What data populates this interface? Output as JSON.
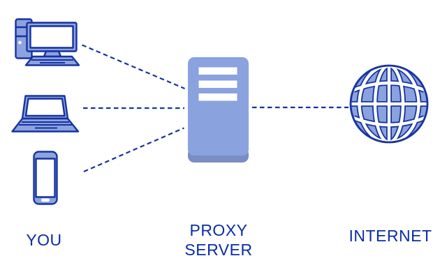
{
  "diagram": {
    "nodes": {
      "you": {
        "label": "YOU",
        "devices": [
          "desktop-computer",
          "laptop",
          "smartphone"
        ]
      },
      "proxy_server": {
        "label": "PROXY\nSERVER",
        "icon": "server-tower"
      },
      "internet": {
        "label": "INTERNET",
        "icon": "globe"
      }
    },
    "links": [
      {
        "from": "desktop-computer",
        "to": "proxy-server",
        "style": "dashed"
      },
      {
        "from": "laptop",
        "to": "proxy-server",
        "style": "dashed"
      },
      {
        "from": "smartphone",
        "to": "proxy-server",
        "style": "dashed"
      },
      {
        "from": "proxy-server",
        "to": "internet",
        "style": "dashed"
      }
    ]
  },
  "colors": {
    "navy": "#17339F",
    "label_text": "#0B2DA6",
    "icon_blue": "#8CA3DF",
    "server_blue": "#8AA2DE",
    "server_shadow": "#7A8EC2"
  }
}
